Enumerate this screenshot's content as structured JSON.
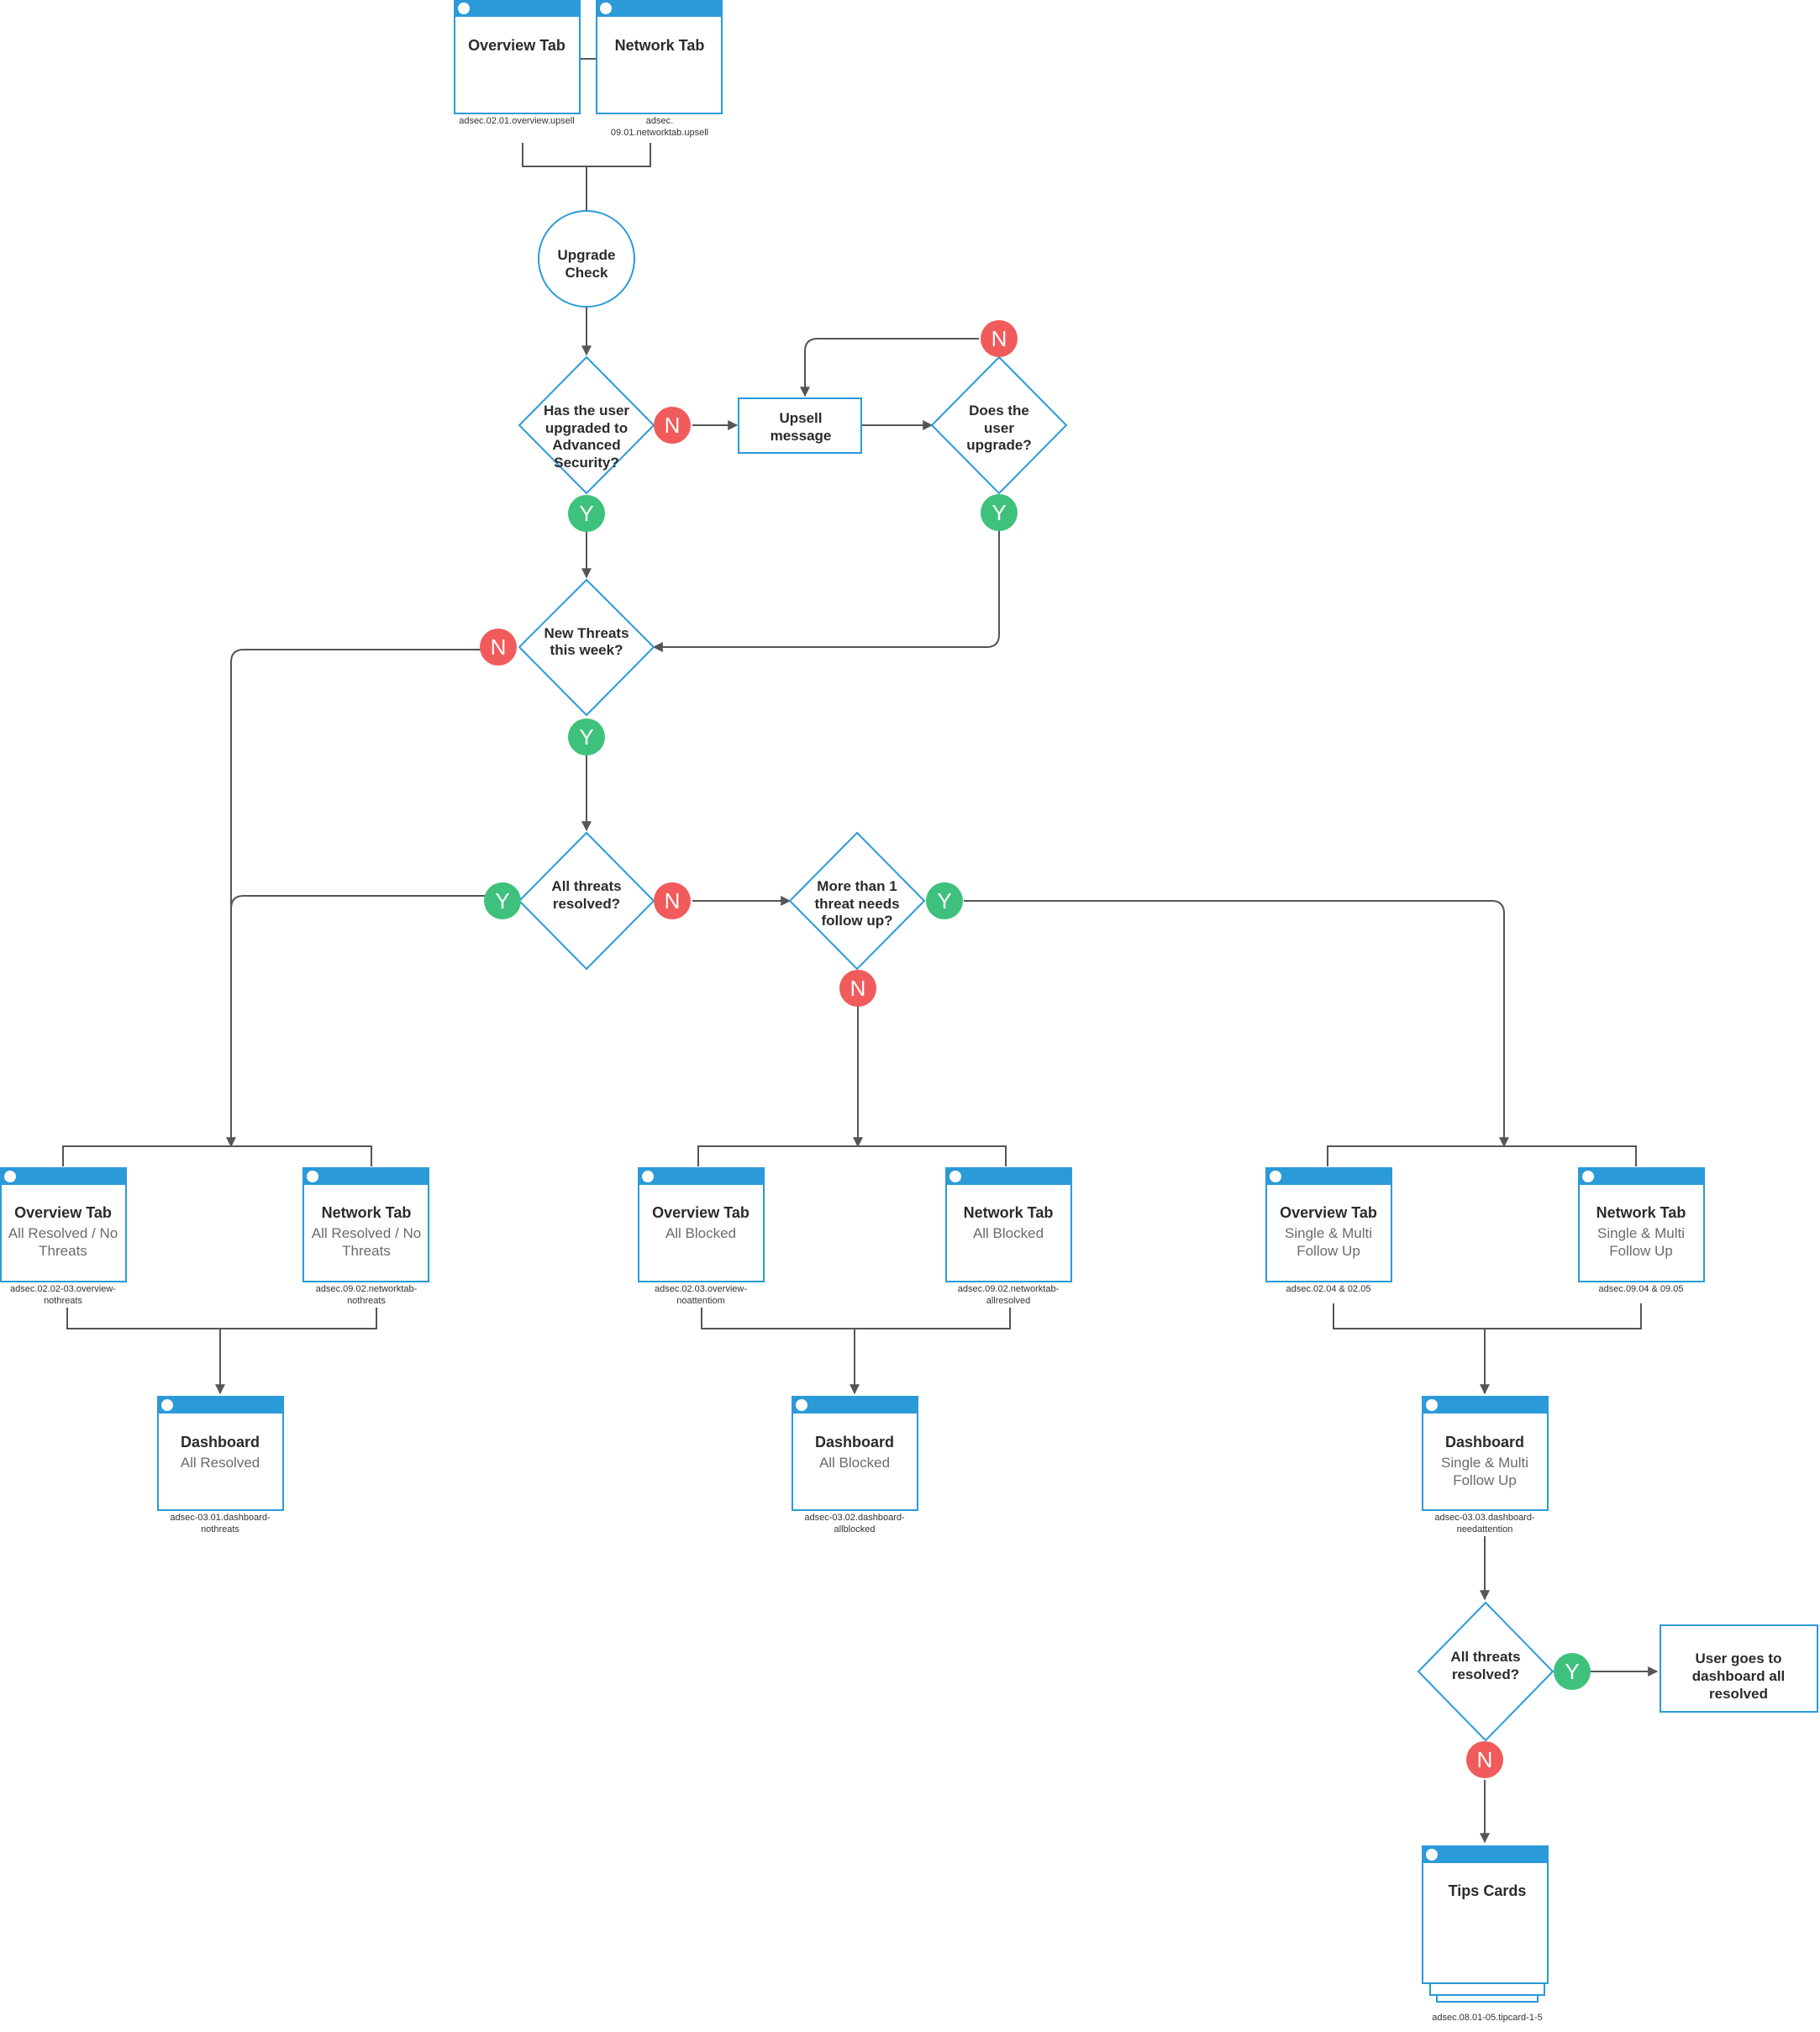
{
  "colors": {
    "accent": "#2a9ad9",
    "yes": "#3ec17c",
    "no": "#f15b5b",
    "line": "#555555"
  },
  "screens": {
    "top_overview": {
      "title": "Overview Tab",
      "caption": [
        "adsec.02.01.overview.upsell"
      ]
    },
    "top_network": {
      "title": "Network Tab",
      "caption": [
        "adsec.",
        "09.01.networktab.upsell"
      ]
    },
    "nothreats_overview": {
      "title": "Overview Tab",
      "subtitle": [
        "All Resolved / No",
        "Threats"
      ],
      "caption": [
        "adsec.02.02-03.overview-",
        "nothreats"
      ]
    },
    "nothreats_network": {
      "title": "Network Tab",
      "subtitle": [
        "All Resolved / No",
        "Threats"
      ],
      "caption": [
        "adsec.09.02.networktab-",
        "nothreats"
      ]
    },
    "blocked_overview": {
      "title": "Overview Tab",
      "subtitle": [
        "All Blocked"
      ],
      "caption": [
        "adsec.02.03.overview-",
        "noattentiom"
      ]
    },
    "blocked_network": {
      "title": "Network Tab",
      "subtitle": [
        "All Blocked"
      ],
      "caption": [
        "adsec.09.02.networktab-",
        "allresolved"
      ]
    },
    "followup_overview": {
      "title": "Overview Tab",
      "subtitle": [
        "Single & Multi",
        "Follow Up"
      ],
      "caption": [
        "adsec.02.04 & 02.05"
      ]
    },
    "followup_network": {
      "title": "Network Tab",
      "subtitle": [
        "Single & Multi",
        "Follow Up"
      ],
      "caption": [
        "adsec.09.04 & 09.05"
      ]
    },
    "dash_resolved": {
      "title": "Dashboard",
      "subtitle": [
        "All Resolved"
      ],
      "caption": [
        "adsec-03.01.dashboard-",
        "nothreats"
      ]
    },
    "dash_blocked": {
      "title": "Dashboard",
      "subtitle": [
        "All Blocked"
      ],
      "caption": [
        "adsec-03.02.dashboard-",
        "allblocked"
      ]
    },
    "dash_followup": {
      "title": "Dashboard",
      "subtitle": [
        "Single & Multi",
        "Follow Up"
      ],
      "caption": [
        "adsec-03.03.dashboard-",
        "needattention"
      ]
    },
    "tips": {
      "title": "Tips Cards",
      "caption": [
        "adsec.08.01-05.tipcard-1-5"
      ]
    }
  },
  "nodes": {
    "upgrade_check": [
      "Upgrade",
      "Check"
    ],
    "q_upgraded": [
      "Has the user",
      "upgraded to",
      "Advanced",
      "Security?"
    ],
    "upsell": [
      "Upsell",
      "message"
    ],
    "q_does_upgrade": [
      "Does the",
      "user",
      "upgrade?"
    ],
    "q_new_threats": [
      "New Threats",
      "this week?"
    ],
    "q_all_resolved": [
      "All threats",
      "resolved?"
    ],
    "q_more_than_one": [
      "More than 1",
      "threat needs",
      "follow up?"
    ],
    "q_all_resolved_2": [
      "All threats",
      "resolved?"
    ],
    "user_goes": [
      "User goes to",
      "dashboard all",
      "resolved"
    ]
  },
  "badges": {
    "yes": "Y",
    "no": "N"
  }
}
